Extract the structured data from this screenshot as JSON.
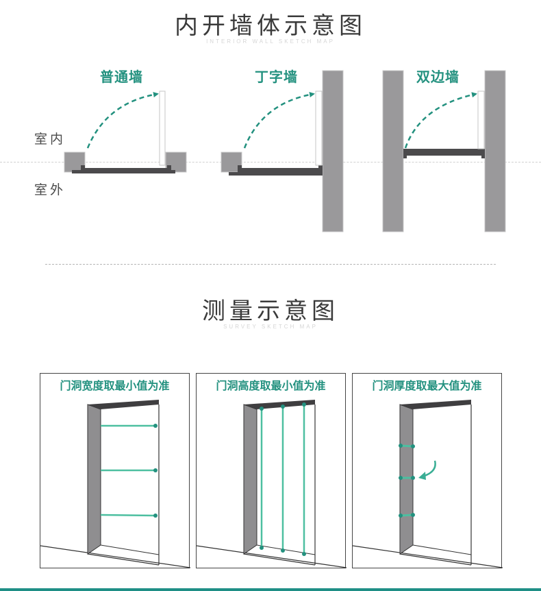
{
  "section1": {
    "title": "内开墙体示意图",
    "subtitle": "INTERIOR WALL SKETCH MAP",
    "side_labels": {
      "inside": "室内",
      "outside": "室外"
    },
    "wall_types": [
      {
        "label": "普通墙"
      },
      {
        "label": "丁字墙"
      },
      {
        "label": "双边墙"
      }
    ]
  },
  "section2": {
    "title": "测量示意图",
    "subtitle": "SURVEY SKETCH MAP",
    "panels": [
      {
        "caption": "门洞宽度取最小值为准"
      },
      {
        "caption": "门洞高度取最小值为准"
      },
      {
        "caption": "门洞厚度取最大值为准"
      }
    ]
  },
  "colors": {
    "accent_green": "#23917f",
    "wall_gray": "#9a999b",
    "frame_dark": "#4b4a4c",
    "bottom_bar": "#1f8f86"
  }
}
